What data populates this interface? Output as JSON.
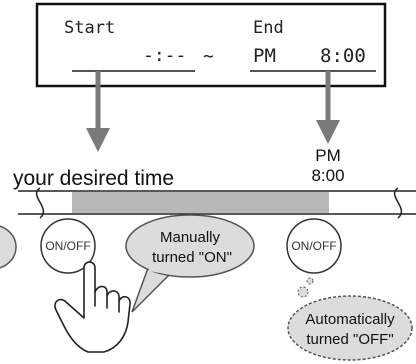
{
  "display": {
    "start_label": "Start",
    "end_label": "End",
    "start_value": "-:--",
    "separator": "~",
    "end_ampm": "PM",
    "end_value": "8:00"
  },
  "timeline": {
    "desired_time_label": "your desired time",
    "pm_label": "PM",
    "time_label": "8:00"
  },
  "buttons": {
    "on_off_label": "ON/OFF"
  },
  "bubbles": {
    "manual_line1": "Manually",
    "manual_line2": "turned \"ON\"",
    "auto_line1": "Automatically",
    "auto_line2": "turned \"OFF\""
  },
  "colors": {
    "arrow": "#7a7a7a",
    "active_band": "#b8b8b8",
    "bubble_fill": "#dcdcdc"
  }
}
